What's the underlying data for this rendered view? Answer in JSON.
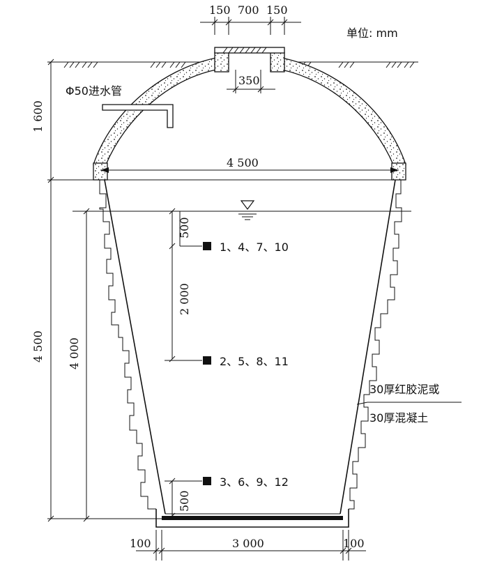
{
  "units_label": "单位: mm",
  "dims": {
    "top_left": "150",
    "top_mid": "700",
    "top_right": "150",
    "neck": "350",
    "dome_height": "1 600",
    "top_width": "4 500",
    "total_height": "4 500",
    "water_depth": "4 000",
    "surface_gap": "500",
    "sensor_spacing": "2 000",
    "bottom_gap": "500",
    "bottom_left": "100",
    "bottom_width": "3 000",
    "bottom_right": "100"
  },
  "labels": {
    "inlet_pipe": "Φ50进水管",
    "lining_line1": "30厚红胶泥或",
    "lining_line2": "30厚混凝土"
  },
  "sensors": [
    {
      "label": "1、4、7、10"
    },
    {
      "label": "2、5、8、11"
    },
    {
      "label": "3、6、9、12"
    }
  ]
}
